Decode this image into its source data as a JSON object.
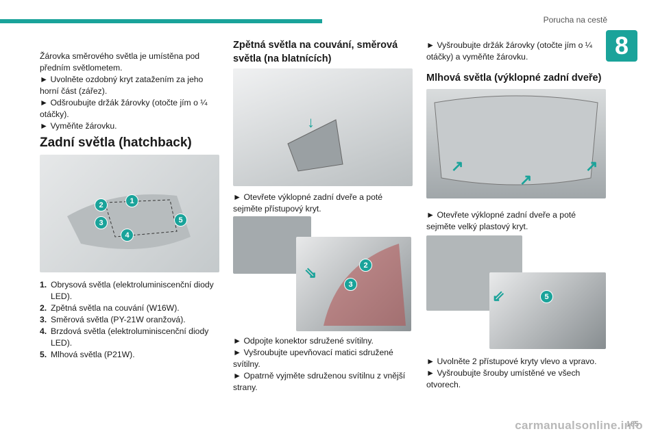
{
  "header": {
    "title": "Porucha na cestě",
    "chapter": "8"
  },
  "col1": {
    "intro": [
      "Žárovka směrového světla je umístěna pod",
      "předním světlometem.",
      "► Uvolněte ozdobný kryt zatažením za jeho",
      "horní část (zářez).",
      "► Odšroubujte držák žárovky (otočte jím o ¼",
      "otáčky).",
      "► Vyměňte žárovku."
    ],
    "heading": "Zadní světla (hatchback)",
    "badges": [
      "1",
      "2",
      "3",
      "4",
      "5"
    ],
    "list": [
      {
        "n": "1.",
        "text": "Obrysová světla (elektroluminiscenční diody LED)."
      },
      {
        "n": "2.",
        "text": "Zpětná světla na couvání (W16W)."
      },
      {
        "n": "3.",
        "text": "Směrová světla (PY-21W oranžová)."
      },
      {
        "n": "4.",
        "text": "Brzdová světla (elektroluminiscenční diody LED)."
      },
      {
        "n": "5.",
        "text": "Mlhová světla (P21W)."
      }
    ]
  },
  "col2": {
    "heading": [
      "Zpětná světla na couvání, směrová",
      "světla (na blatnících)"
    ],
    "step1": [
      "► Otevřete výklopné zadní dveře a poté",
      "sejměte přístupový kryt."
    ],
    "badges": [
      "2",
      "3"
    ],
    "step2": [
      "► Odpojte konektor sdružené svítilny.",
      "► Vyšroubujte upevňovací matici sdružené",
      "svítilny.",
      "► Opatrně vyjměte sdruženou svítilnu z vnější",
      "strany."
    ]
  },
  "col3": {
    "intro": [
      "► Vyšroubujte držák žárovky (otočte jím o ¼",
      "otáčky) a vyměňte žárovku."
    ],
    "heading": "Mlhová světla (výklopné zadní dveře)",
    "step1": [
      "► Otevřete výklopné zadní dveře a poté",
      "sejměte velký plastový kryt."
    ],
    "badges": [
      "5"
    ],
    "step2": [
      "► Uvolněte 2 přístupové kryty vlevo a vpravo.",
      "► Vyšroubujte šrouby umístěné ve všech",
      "otvorech."
    ]
  },
  "footer": {
    "page": "165",
    "watermark": "carmanualsonline.info"
  }
}
